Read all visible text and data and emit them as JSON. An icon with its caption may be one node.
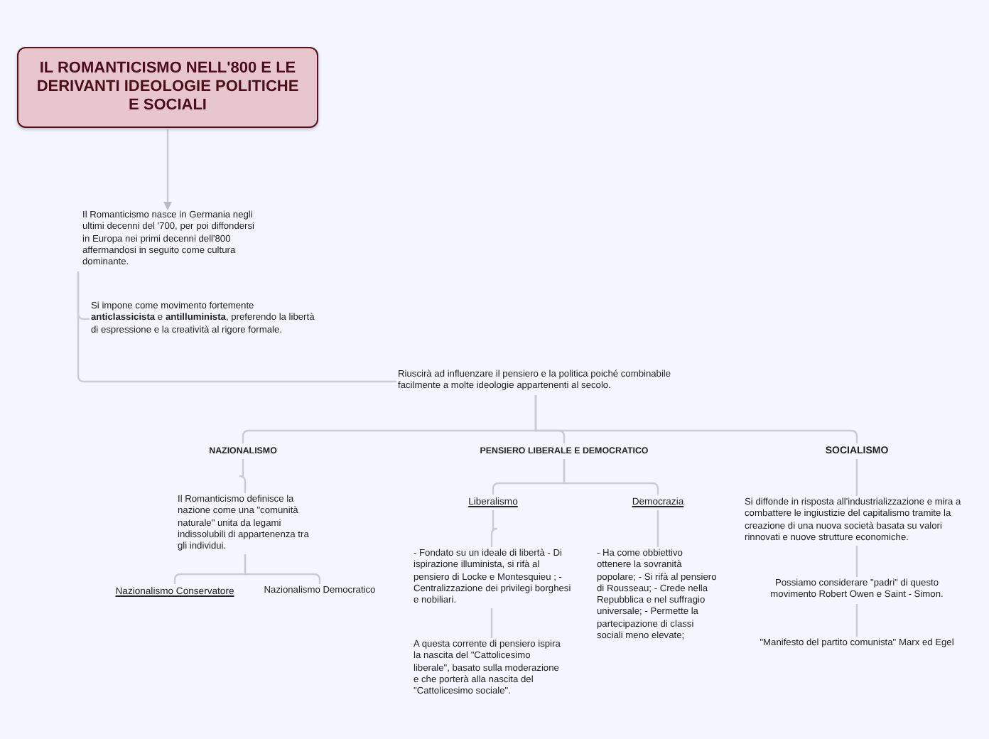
{
  "diagram": {
    "nodes": [
      {
        "text": [
          "IL ROMANTICISMO NELL'800 E LE DERIVANTI IDEOLOGIE POLITICHE E SOCIALI"
        ]
      },
      {
        "text": [
          "Il Romanticismo nasce in Germania negli ultimi decenni del '700, per poi diffondersi in Europa nei primi decenni dell'800 affermandosi in seguito come cultura dominante."
        ]
      },
      {
        "text": [
          "Si impone come movimento fortemente **anticlassicista** e **antilluminista**, preferendo la libertà di espressione e la creatività al rigore formale."
        ]
      },
      {
        "text": [
          "Riuscirà ad influenzare il pensiero e la politica poiché combinabile facilmente a molte ideologie appartenenti al secolo."
        ]
      },
      {
        "text": [
          "NAZIONALISMO"
        ]
      },
      {
        "text": [
          "PENSIERO LIBERALE E DEMOCRATICO"
        ]
      },
      {
        "text": [
          "SOCIALISMO"
        ]
      },
      {
        "text": [
          "Il Romanticismo definisce la nazione come una \"comunità naturale\" unita da legami indissolubili di appartenenza tra gli individui."
        ]
      },
      {
        "text": [
          "Nazionalismo Conservatore"
        ]
      },
      {
        "text": [
          "Nazionalismo Democratico"
        ]
      },
      {
        "text": [
          "Liberalismo"
        ]
      },
      {
        "text": [
          "Democrazia"
        ]
      },
      {
        "text": [
          "- Fondato su un ideale di libertà - Di ispirazione illuminista, si rifà al pensiero di Locke e Montesquieu ; - Centralizzazione dei privilegi borghesi e nobiliari."
        ]
      },
      {
        "text": [
          "- Ha come obbiettivo ottenere la sovranità popolare; - Si rifà al pensiero di Rousseau; - Crede nella Repubblica e nel suffragio universale; - Permette la partecipazione di classi sociali meno elevate;"
        ]
      },
      {
        "text": [
          "A questa corrente di pensiero ispira la nascita del \"Cattolicesimo liberale\", basato sulla moderazione e che porterà alla nascita del \"Cattolicesimo sociale\"."
        ]
      },
      {
        "text": [
          "Si diffonde in risposta all'industrializzazione e mira a combattere le ingiustizie del capitalismo tramite la creazione di una nuova società basata su valori rinnovati e nuove strutture economiche."
        ]
      },
      {
        "text": [
          "Possiamo considerare \"padri\" di questo movimento Robert Owen e Saint - Simon."
        ]
      },
      {
        "text": [
          "\"Manifesto del partito comunista\" Marx ed Egel"
        ]
      }
    ],
    "edges": [
      {
        "from": 0,
        "to": 1,
        "arrow": "to"
      },
      {
        "from": 1,
        "to": 2,
        "arrow": "none"
      },
      {
        "from": 1,
        "to": 3,
        "arrow": "none"
      },
      {
        "from": 3,
        "to": 4,
        "arrow": "none"
      },
      {
        "from": 3,
        "to": 5,
        "arrow": "none"
      },
      {
        "from": 3,
        "to": 6,
        "arrow": "none"
      },
      {
        "from": 4,
        "to": 7,
        "arrow": "none"
      },
      {
        "from": 7,
        "to": 8,
        "arrow": "none"
      },
      {
        "from": 7,
        "to": 9,
        "arrow": "none"
      },
      {
        "from": 5,
        "to": 10,
        "arrow": "none"
      },
      {
        "from": 5,
        "to": 11,
        "arrow": "none"
      },
      {
        "from": 10,
        "to": 12,
        "arrow": "none"
      },
      {
        "from": 12,
        "to": 14,
        "arrow": "none"
      },
      {
        "from": 11,
        "to": 13,
        "arrow": "none"
      },
      {
        "from": 6,
        "to": 15,
        "arrow": "none"
      },
      {
        "from": 15,
        "to": 16,
        "arrow": "none"
      },
      {
        "from": 16,
        "to": 17,
        "arrow": "none"
      }
    ]
  }
}
